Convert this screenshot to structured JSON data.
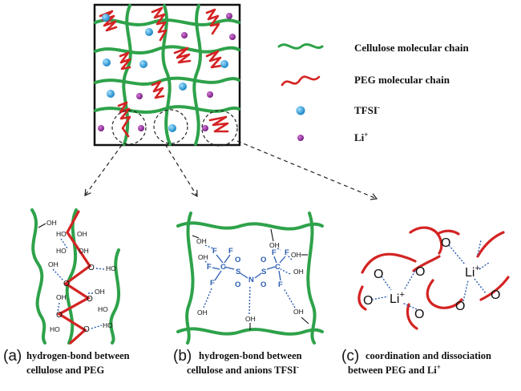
{
  "legend": {
    "cellulose": "Cellulose molecular chain",
    "peg": "PEG molecular chain",
    "tfsi": "TFSI",
    "tfsi_sup": "-",
    "li": "Li",
    "li_sup": "+"
  },
  "panels": {
    "a": {
      "letter": "(a)",
      "line1": "hydrogen-bond between",
      "line2": "cellulose and PEG"
    },
    "b": {
      "letter": "(b)",
      "line1": "hydrogen-bond between",
      "line2": "cellulose and anions TFSI",
      "line2_sup": "-"
    },
    "c": {
      "letter": "(c)",
      "line1": "coordination and dissociation",
      "line2": "between PEG and Li",
      "line2_sup": "+"
    }
  },
  "atoms": {
    "oh": "OH",
    "ho": "HO",
    "o": "O",
    "f": "F",
    "s": "S",
    "n": "N",
    "c": "C",
    "li": "Li",
    "plus": "+"
  },
  "colors": {
    "cellulose": "#2ea24a",
    "peg": "#d42323",
    "tfsi": "#2a9fd6",
    "li": "#8e2a96",
    "hbond": "#2a5db0"
  }
}
